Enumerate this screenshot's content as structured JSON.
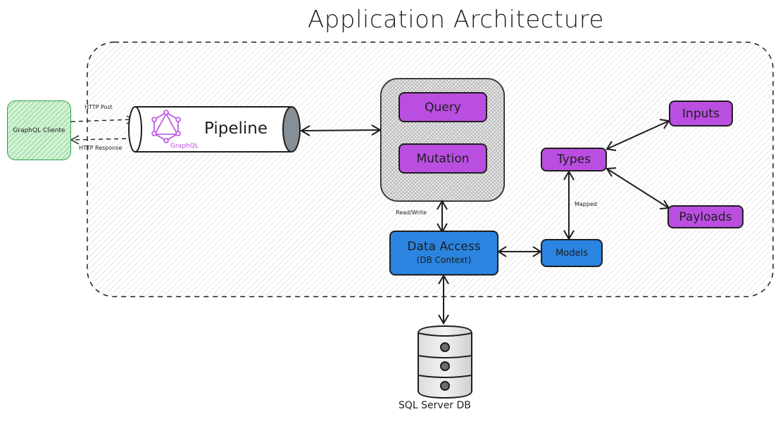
{
  "title": "Application Architecture",
  "client": {
    "label": "GraphQL Cliente"
  },
  "requests": {
    "post": "HTTP Post",
    "response": "HTTP Response"
  },
  "pipeline": {
    "label": "Pipeline",
    "logo_text": "GraphQL"
  },
  "operations": {
    "query": "Query",
    "mutation": "Mutation"
  },
  "data_access": {
    "line1": "Data Access",
    "line2": "(DB Context)"
  },
  "edges": {
    "read_write": "Read/Write",
    "mapped": "Mapped"
  },
  "schema": {
    "types": "Types",
    "inputs": "Inputs",
    "payloads": "Payloads",
    "models": "Models"
  },
  "database": {
    "label": "SQL Server DB"
  },
  "colors": {
    "purple": "#b94ee0",
    "blue": "#2b84e0",
    "green": "#2f9e44",
    "ink": "#1e1e1e"
  }
}
